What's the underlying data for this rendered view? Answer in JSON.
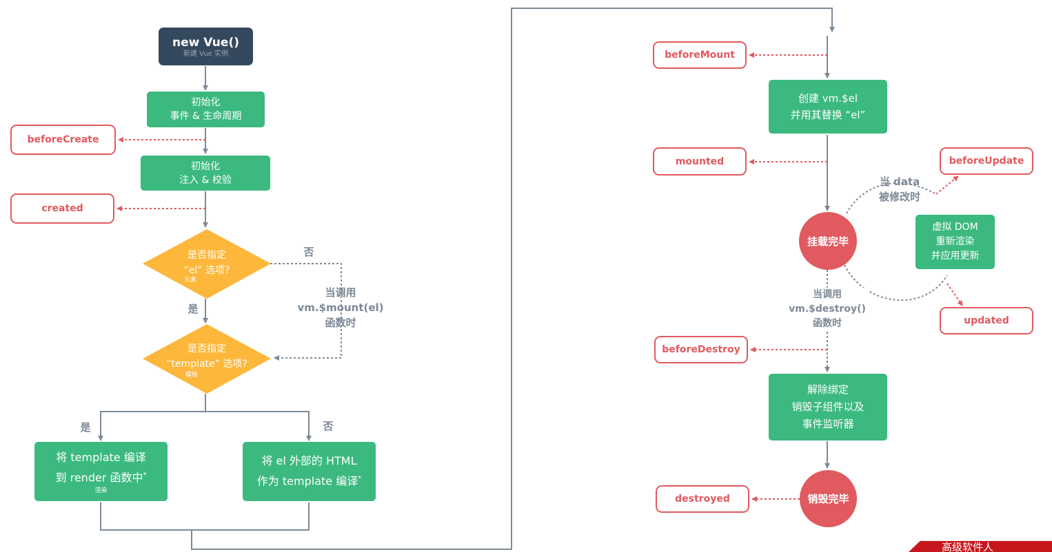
{
  "nodes": {
    "new_vue": {
      "title": "new Vue()",
      "sub": "新建 Vue 实例"
    },
    "init_events": [
      "初始化",
      "事件 & 生命周期"
    ],
    "init_inject": [
      "初始化",
      "注入 & 校验"
    ],
    "has_el": {
      "lines": [
        "是否指定",
        "“el” 选项?"
      ],
      "note": "元素"
    },
    "has_template": {
      "lines": [
        "是否指定",
        "“template” 选项?"
      ],
      "note": "模板"
    },
    "compile_template": {
      "lines": [
        "将 template 编译",
        "到 render 函数中"
      ],
      "star": "*",
      "note": "渲染"
    },
    "compile_outer": {
      "lines": [
        "将 el 外部的 HTML",
        "作为 template 编译"
      ],
      "star": "*"
    },
    "create_el": [
      "创建 vm.$el",
      "并用其替换 “el”"
    ],
    "mounted_state": "挂载完毕",
    "virtual_dom": [
      "虚拟 DOM",
      "重新渲染",
      "并应用更新"
    ],
    "teardown": [
      "解除绑定",
      "销毁子组件以及",
      "事件监听器"
    ],
    "destroyed_state": "销毁完毕"
  },
  "hooks": {
    "beforeCreate": "beforeCreate",
    "created": "created",
    "beforeMount": "beforeMount",
    "mounted": "mounted",
    "beforeUpdate": "beforeUpdate",
    "updated": "updated",
    "beforeDestroy": "beforeDestroy",
    "destroyed": "destroyed"
  },
  "labels": {
    "no_1": "否",
    "yes_1": "是",
    "yes_2": "是",
    "no_2": "否",
    "mount_call": [
      "当调用",
      "vm.$mount(el)",
      "函数时"
    ],
    "data_change": [
      "当 data",
      "被修改时"
    ],
    "destroy_call": [
      "当调用",
      "vm.$destroy()",
      "函数时"
    ]
  },
  "corner_text": "高级软件人",
  "colors": {
    "green": "#3bb97f",
    "red": "#e05a5f",
    "dark": "#35495e",
    "yellow": "#fdb73b",
    "line": "#7d8996"
  }
}
